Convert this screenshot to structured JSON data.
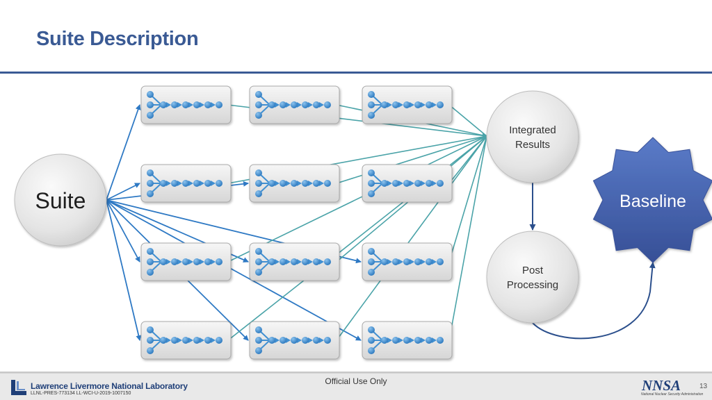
{
  "slide": {
    "title": "Suite Description",
    "page_number": "13",
    "classification": "Official Use Only"
  },
  "diagram": {
    "suite_label": "Suite",
    "integrated_results_lines": [
      "Integrated",
      "Results"
    ],
    "post_processing_lines": [
      "Post",
      "Processing"
    ],
    "baseline_label": "Baseline",
    "colors": {
      "suite_edge": "#2e79c4",
      "results_edge": "#4aa3a8",
      "flow_edge": "#2b4f8c",
      "workflow_dot": "#3f8fd1",
      "baseline_fill": "#4a66b0"
    }
  },
  "footer": {
    "lab_name": "Lawrence Livermore National Laboratory",
    "doc_code": "LLNL-PRES-773134 LL-WCI-U-2019-1007150",
    "nnsa_logo_text": "NNSA",
    "nnsa_subtitle": "National Nuclear Security Administration"
  }
}
